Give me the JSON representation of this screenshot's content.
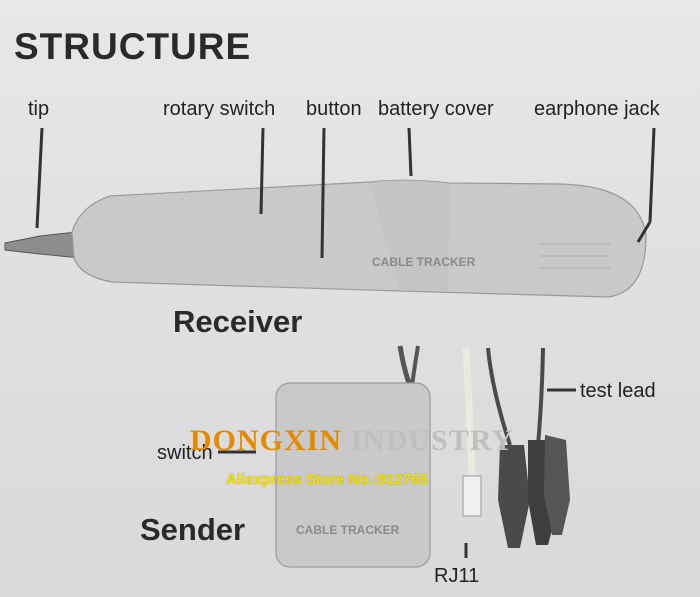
{
  "title": "STRUCTURE",
  "labels": {
    "tip": "tip",
    "rotary_switch": "rotary switch",
    "button": "button",
    "battery_cover": "battery cover",
    "earphone_jack": "earphone jack",
    "receiver": "Receiver",
    "test_lead": "test lead",
    "switch": "switch",
    "sender": "Sender",
    "rj11": "RJ11"
  },
  "device_text": {
    "receiver_brand": "CABLE TRACKER",
    "sender_brand": "CABLE TRACKER"
  },
  "watermark": {
    "company_a": "DONGXIN",
    "company_b": "INDUSTRY",
    "store": "Aliexpress Store No.:812765"
  },
  "colors": {
    "device_body": "#c9c9c9",
    "watermark_orange": "#e58a00",
    "store_yellow": "#f3e000"
  }
}
